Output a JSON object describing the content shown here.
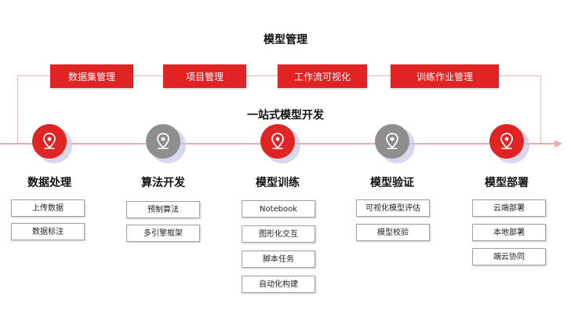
{
  "header": {
    "top_title": "模型管理",
    "mid_title": "一站式模型开发"
  },
  "management": {
    "items": [
      "数据集管理",
      "项目管理",
      "工作流可视化",
      "训练作业管理"
    ]
  },
  "stages": [
    {
      "name": "数据处理",
      "status": "active",
      "items": [
        "上传数据",
        "数据标注"
      ]
    },
    {
      "name": "算法开发",
      "status": "inactive",
      "items": [
        "预制算法",
        "多引擎框架"
      ]
    },
    {
      "name": "模型训练",
      "status": "active",
      "items": [
        "Notebook",
        "图形化交互",
        "脚本任务",
        "自动化构建"
      ]
    },
    {
      "name": "模型验证",
      "status": "inactive",
      "items": [
        "可视化模型评估",
        "模型校验"
      ]
    },
    {
      "name": "模型部署",
      "status": "active",
      "items": [
        "云端部署",
        "本地部署",
        "端云协同"
      ]
    }
  ],
  "colors": {
    "accent": "#e02424",
    "inactive": "#8e8e8e",
    "timeline": "#f0a9a9"
  },
  "icons": {
    "node": "location-pin-icon"
  }
}
